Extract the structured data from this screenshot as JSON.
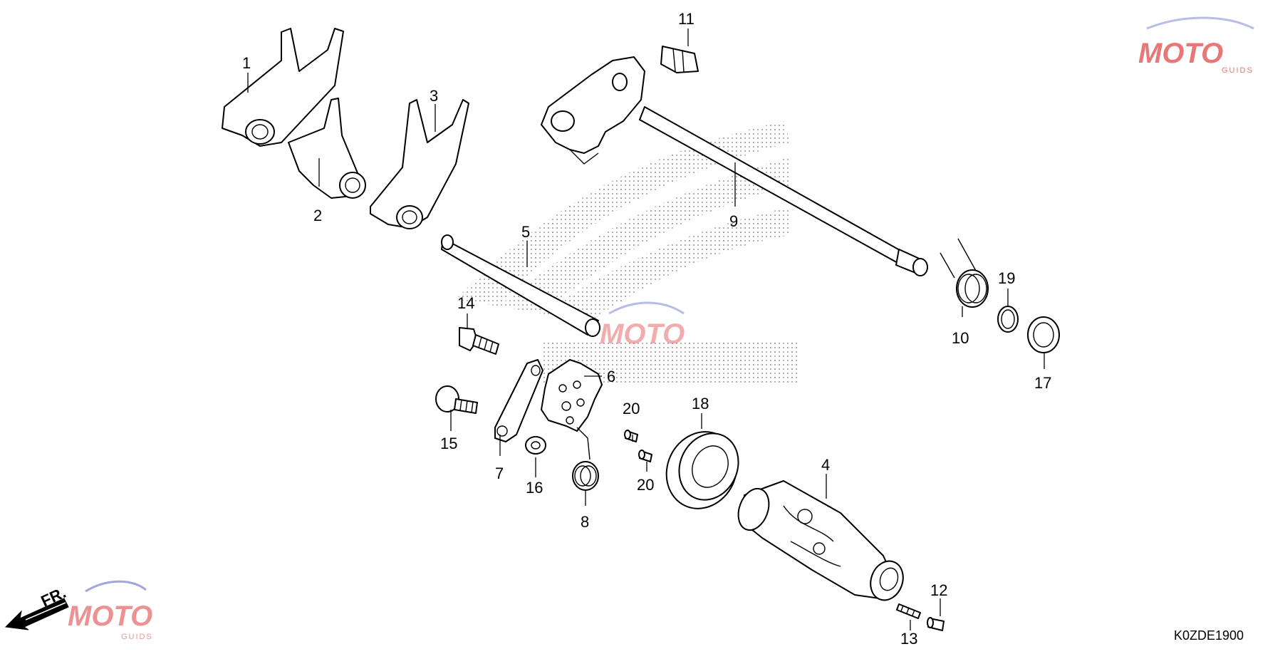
{
  "diagram": {
    "labels": {
      "p1": "1",
      "p2": "2",
      "p3": "3",
      "p4": "4",
      "p5": "5",
      "p6": "6",
      "p7": "7",
      "p8": "8",
      "p9": "9",
      "p10": "10",
      "p11": "11",
      "p12": "12",
      "p13": "13",
      "p14": "14",
      "p15": "15",
      "p16": "16",
      "p17": "17",
      "p18": "18",
      "p19": "19",
      "p20a": "20",
      "p20b": "20"
    },
    "diagram_code": "K0ZDE1900",
    "front_marker": "FR."
  },
  "watermark": {
    "brand": "MOTO",
    "sub": "GUIDS",
    "accent_color": "#e14a4a",
    "secondary_color": "#8a8fd6"
  }
}
